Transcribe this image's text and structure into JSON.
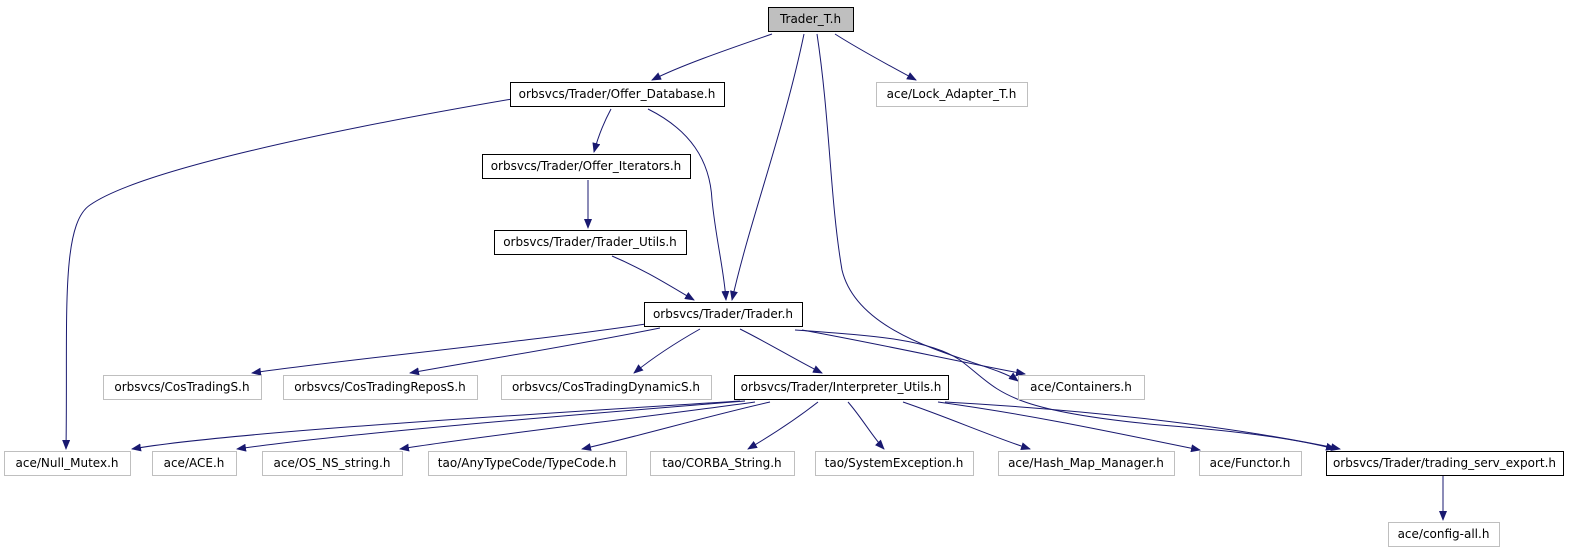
{
  "title": "Trader_T.h",
  "nodes": [
    {
      "id": "trader_t",
      "label": "Trader_T.h",
      "style": "root"
    },
    {
      "id": "offer_db",
      "label": "orbsvcs/Trader/Offer_Database.h",
      "style": "documented"
    },
    {
      "id": "lock_adapter",
      "label": "ace/Lock_Adapter_T.h",
      "style": "external"
    },
    {
      "id": "offer_iter",
      "label": "orbsvcs/Trader/Offer_Iterators.h",
      "style": "documented"
    },
    {
      "id": "trader_utils",
      "label": "orbsvcs/Trader/Trader_Utils.h",
      "style": "documented"
    },
    {
      "id": "trader_h",
      "label": "orbsvcs/Trader/Trader.h",
      "style": "documented"
    },
    {
      "id": "costrading",
      "label": "orbsvcs/CosTradingS.h",
      "style": "external"
    },
    {
      "id": "costradingrepos",
      "label": "orbsvcs/CosTradingReposS.h",
      "style": "external"
    },
    {
      "id": "costradingdyn",
      "label": "orbsvcs/CosTradingDynamicS.h",
      "style": "external"
    },
    {
      "id": "interp_utils",
      "label": "orbsvcs/Trader/Interpreter_Utils.h",
      "style": "documented"
    },
    {
      "id": "containers",
      "label": "ace/Containers.h",
      "style": "external"
    },
    {
      "id": "null_mutex",
      "label": "ace/Null_Mutex.h",
      "style": "external"
    },
    {
      "id": "ace_h",
      "label": "ace/ACE.h",
      "style": "external"
    },
    {
      "id": "os_ns_string",
      "label": "ace/OS_NS_string.h",
      "style": "external"
    },
    {
      "id": "typecode",
      "label": "tao/AnyTypeCode/TypeCode.h",
      "style": "external"
    },
    {
      "id": "corba_string",
      "label": "tao/CORBA_String.h",
      "style": "external"
    },
    {
      "id": "sysexc",
      "label": "tao/SystemException.h",
      "style": "external"
    },
    {
      "id": "hash_map",
      "label": "ace/Hash_Map_Manager.h",
      "style": "external"
    },
    {
      "id": "functor",
      "label": "ace/Functor.h",
      "style": "external"
    },
    {
      "id": "trading_export",
      "label": "orbsvcs/Trader/trading_serv_export.h",
      "style": "documented"
    },
    {
      "id": "config_all",
      "label": "ace/config-all.h",
      "style": "external"
    }
  ],
  "edges": [
    {
      "from": "trader_t",
      "to": "offer_db"
    },
    {
      "from": "trader_t",
      "to": "lock_adapter"
    },
    {
      "from": "trader_t",
      "to": "trader_h"
    },
    {
      "from": "trader_t",
      "to": "containers"
    },
    {
      "from": "offer_db",
      "to": "null_mutex"
    },
    {
      "from": "offer_db",
      "to": "offer_iter"
    },
    {
      "from": "offer_db",
      "to": "trader_h"
    },
    {
      "from": "offer_iter",
      "to": "trader_utils"
    },
    {
      "from": "trader_utils",
      "to": "trader_h"
    },
    {
      "from": "trader_h",
      "to": "costrading"
    },
    {
      "from": "trader_h",
      "to": "costradingrepos"
    },
    {
      "from": "trader_h",
      "to": "costradingdyn"
    },
    {
      "from": "trader_h",
      "to": "interp_utils"
    },
    {
      "from": "trader_h",
      "to": "containers"
    },
    {
      "from": "trader_h",
      "to": "trading_export"
    },
    {
      "from": "interp_utils",
      "to": "null_mutex"
    },
    {
      "from": "interp_utils",
      "to": "ace_h"
    },
    {
      "from": "interp_utils",
      "to": "os_ns_string"
    },
    {
      "from": "interp_utils",
      "to": "typecode"
    },
    {
      "from": "interp_utils",
      "to": "corba_string"
    },
    {
      "from": "interp_utils",
      "to": "sysexc"
    },
    {
      "from": "interp_utils",
      "to": "hash_map"
    },
    {
      "from": "interp_utils",
      "to": "functor"
    },
    {
      "from": "interp_utils",
      "to": "trading_export"
    },
    {
      "from": "trading_export",
      "to": "config_all"
    }
  ],
  "colors": {
    "edge": "#191970",
    "root_fill": "#bfbfbf",
    "documented_border": "#000000",
    "external_border": "#bfbfbf"
  }
}
